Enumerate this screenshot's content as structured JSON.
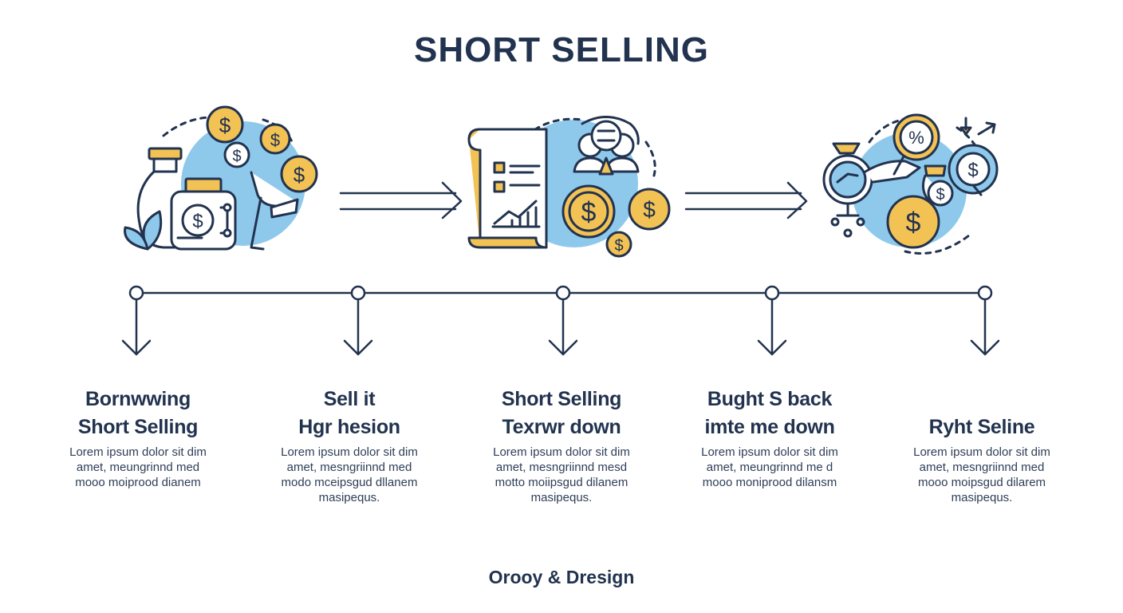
{
  "title": "SHORT SELLING",
  "colors": {
    "navy": "#22334f",
    "gold": "#f3c254",
    "sky": "#8ec9ec"
  },
  "illustrations": [
    {
      "icon": "money-bag-coins-hand-icon"
    },
    {
      "icon": "document-chart-coins-icon"
    },
    {
      "icon": "magnifier-percent-coins-icon"
    }
  ],
  "illustration_text": {
    "coin_symbol": "$",
    "percent_symbol": "%"
  },
  "steps": [
    {
      "title_lines": [
        "Bornwwing",
        "Short Selling"
      ],
      "desc_lines": [
        "Lorem ipsum dolor sit dim",
        "amet, meungrinnd med",
        "mooo moiprood dianem"
      ]
    },
    {
      "title_lines": [
        "Sell it",
        "Hgr hesion"
      ],
      "desc_lines": [
        "Lorem ipsum dolor sit dim",
        "amet, mesngriinnd med",
        "modo mceipsgud dllanem",
        "masipequs."
      ]
    },
    {
      "title_lines": [
        "Short Selling",
        "Texrwr down"
      ],
      "desc_lines": [
        "Lorem ipsum dolor sit dim",
        "amet, mesngriinnd mesd",
        "motto moiipsgud dilanem",
        "masipequs."
      ]
    },
    {
      "title_lines": [
        "Bught S back",
        "imte me down"
      ],
      "desc_lines": [
        "Lorem ipsum dolor sit dim",
        "amet, meungrinnd me d",
        "mooo moniprood dilansm"
      ]
    },
    {
      "title_lines": [
        "Ryht Seline"
      ],
      "desc_lines": [
        "Lorem ipsum dolor sit dim",
        "amet, mesngriinnd med",
        "mooo moipsgud dilarem",
        "masipequs."
      ]
    }
  ],
  "footer": "Orooy & Dresign"
}
